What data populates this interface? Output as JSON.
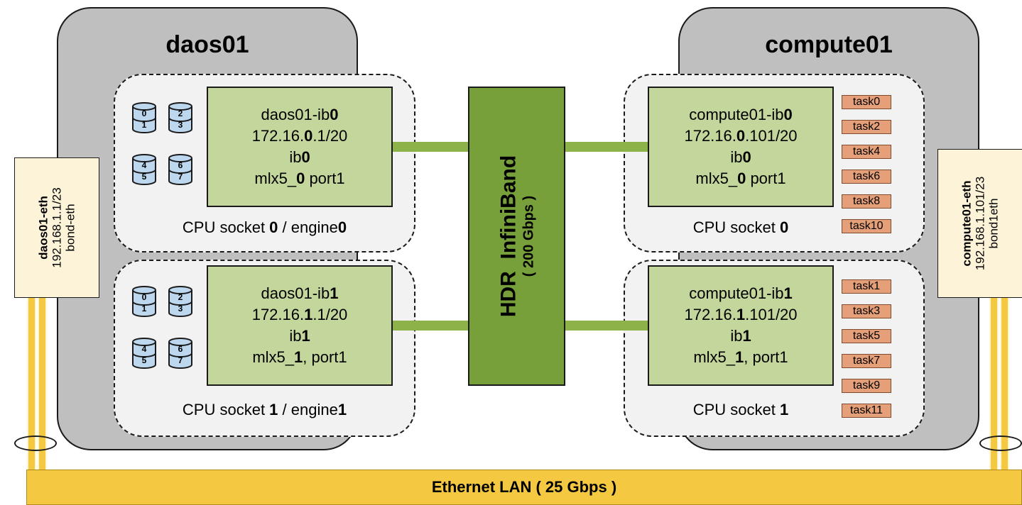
{
  "nodes": {
    "daos": {
      "title": "daos01",
      "eth": {
        "name": "daos01-eth",
        "ip": "192.168.1.1/23",
        "iface": "bond-eth"
      },
      "sockets": [
        {
          "label_pre": "CPU socket ",
          "label_num": "0",
          "label_mid": " / engine",
          "label_num2": "0",
          "nic": {
            "l1_pre": "daos01-ib",
            "l1_b": "0",
            "l2_pre": "172.16.",
            "l2_b": "0",
            "l2_post": ".1/20",
            "l3_pre": "ib",
            "l3_b": "0",
            "l4_pre": "mlx5_",
            "l4_b": "0",
            "l4_post": " port1"
          },
          "disks": [
            "0",
            "1",
            "2",
            "3",
            "4",
            "5",
            "6",
            "7"
          ]
        },
        {
          "label_pre": "CPU socket ",
          "label_num": "1",
          "label_mid": " / engine",
          "label_num2": "1",
          "nic": {
            "l1_pre": "daos01-ib",
            "l1_b": "1",
            "l2_pre": "172.16.",
            "l2_b": "1",
            "l2_post": ".1/20",
            "l3_pre": "ib",
            "l3_b": "1",
            "l4_pre": "mlx5_",
            "l4_b": "1",
            "l4_post": ", port1"
          },
          "disks": [
            "0",
            "1",
            "2",
            "3",
            "4",
            "5",
            "6",
            "7"
          ]
        }
      ]
    },
    "compute": {
      "title": "compute01",
      "eth": {
        "name": "compute01-eth",
        "ip": "192.168.1.101/23",
        "iface": "bond1eth"
      },
      "sockets": [
        {
          "label_pre": "CPU socket ",
          "label_num": "0",
          "nic": {
            "l1_pre": "compute01-ib",
            "l1_b": "0",
            "l2_pre": "172.16.",
            "l2_b": "0",
            "l2_post": ".101/20",
            "l3_pre": "ib",
            "l3_b": "0",
            "l4_pre": "mlx5_",
            "l4_b": "0",
            "l4_post": " port1"
          },
          "tasks": [
            "task0",
            "task2",
            "task4",
            "task6",
            "task8",
            "task10"
          ]
        },
        {
          "label_pre": "CPU socket ",
          "label_num": "1",
          "nic": {
            "l1_pre": "compute01-ib",
            "l1_b": "1",
            "l2_pre": "172.16.",
            "l2_b": "1",
            "l2_post": ".101/20",
            "l3_pre": "ib",
            "l3_b": "1",
            "l4_pre": "mlx5_",
            "l4_b": "1",
            "l4_post": ", port1"
          },
          "tasks": [
            "task1",
            "task3",
            "task5",
            "task7",
            "task9",
            "task11"
          ]
        }
      ]
    }
  },
  "switch": {
    "title": "HDR  InfiniBand",
    "speed": "( 200 Gbps )"
  },
  "lan": {
    "label": "Ethernet LAN ( 25 Gbps )"
  },
  "colors": {
    "node": "#bfbfbf",
    "socket": "#f2f2f2",
    "nic": "#c3d69b",
    "switch": "#77a03a",
    "link": "#8db24a",
    "task": "#e6a079",
    "lan": "#f5c842",
    "disk": "#bdd7ee"
  }
}
